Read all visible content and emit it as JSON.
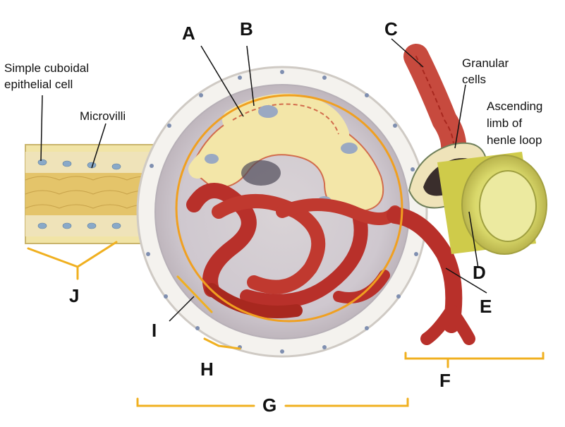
{
  "figure": {
    "labels": {
      "A": "A",
      "B": "B",
      "C": "C",
      "D": "D",
      "E": "E",
      "F": "F",
      "G": "G",
      "H": "H",
      "I": "I",
      "J": "J"
    },
    "annotations": {
      "simple_cuboidal_line1": "Simple cuboidal",
      "simple_cuboidal_line2": "epithelial cell",
      "microvilli": "Microvilli",
      "granular_line1": "Granular",
      "granular_line2": "cells",
      "ascending_line1": "Ascending",
      "ascending_line2": "limb of",
      "ascending_line3": "henle loop"
    },
    "colors": {
      "bracket": "#f0b020",
      "circle": "#f0a020",
      "vessel": "#b8302a",
      "tubule": "#f3e6a8",
      "capsule": "#e6e2dc"
    }
  }
}
